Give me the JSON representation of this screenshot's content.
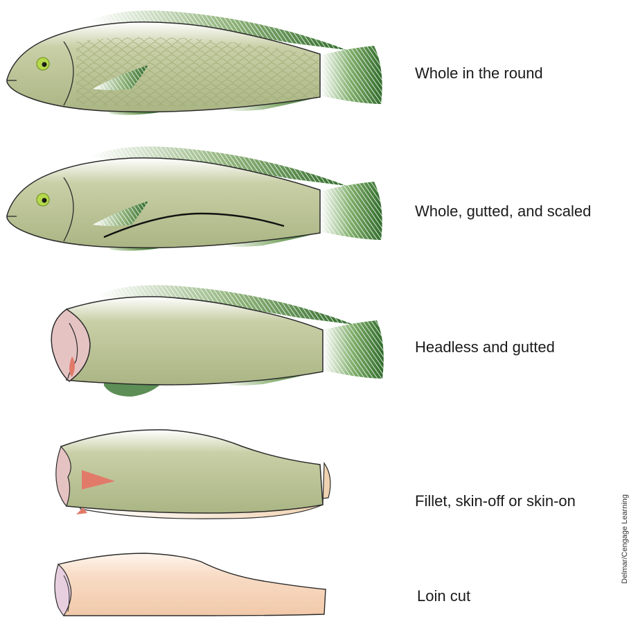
{
  "cuts": [
    {
      "label": "Whole in the round",
      "icon": "whole-fish-with-scales"
    },
    {
      "label": "Whole, gutted, and scaled",
      "icon": "gutted-scaled-fish"
    },
    {
      "label": "Headless and gutted",
      "icon": "headless-fish"
    },
    {
      "label": "Fillet, skin-off or skin-on",
      "icon": "fillet"
    },
    {
      "label": "Loin cut",
      "icon": "loin"
    }
  ],
  "credit": "Delmar/Cengage Learning",
  "colors": {
    "body": "#b4bd8f",
    "fin": "#3f7a37",
    "flesh_pink": "#e6c3c3",
    "flesh_red": "#e27a6a",
    "skin": "#f6dcc0",
    "loin": "#f7d9c2",
    "eye": "#b6d94b"
  }
}
